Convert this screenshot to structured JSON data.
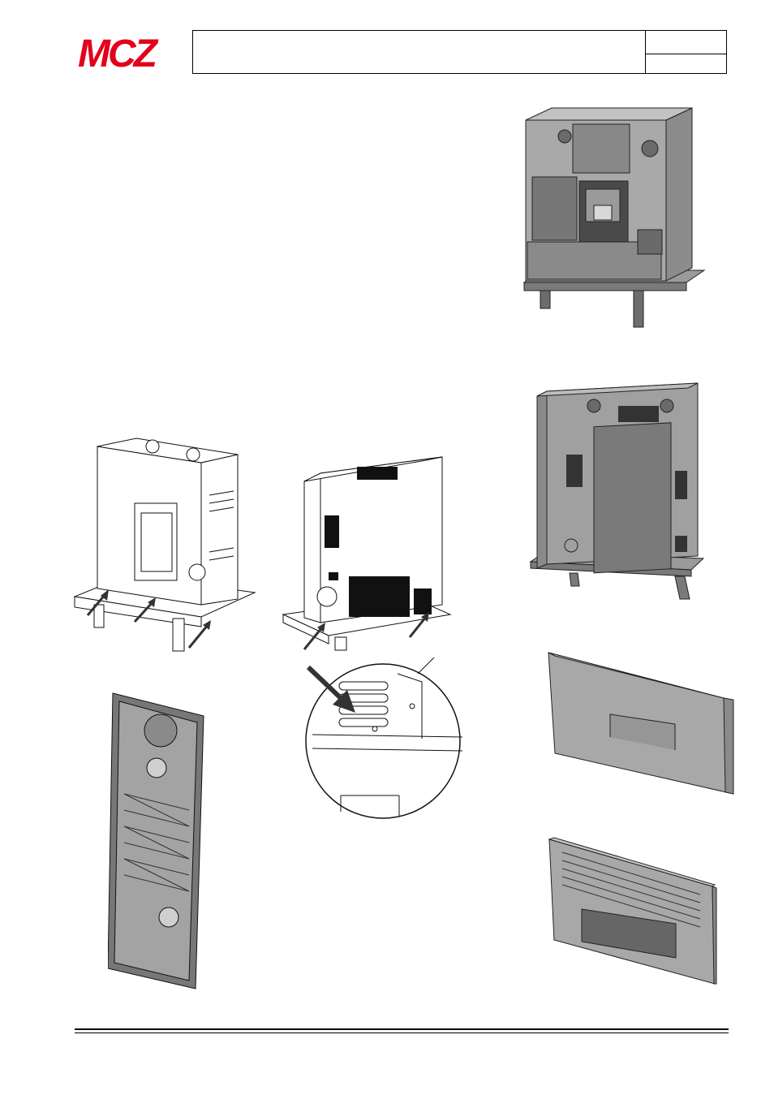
{
  "header": {
    "brand": "MCZ",
    "brand_color": "#e3001b",
    "title_cell": "",
    "page_ref_top": "",
    "page_ref_bottom": ""
  },
  "figures": [
    {
      "id": "stove-front-cabinet",
      "icon": "stove-front-transparent-casing"
    },
    {
      "id": "stove-rear-cabinet",
      "icon": "stove-rear-transparent-casing"
    },
    {
      "id": "stove-front-frame-pallet",
      "icon": "stove-frame-on-pallet-arrows"
    },
    {
      "id": "stove-rear-frame-pallet",
      "icon": "stove-rear-frame-on-pallet-arrows"
    },
    {
      "id": "detail-magnifier",
      "icon": "vent-slot-detail-circle"
    },
    {
      "id": "side-panel-inside",
      "icon": "side-panel-inner-view"
    },
    {
      "id": "top-panel",
      "icon": "top-cover-panel"
    },
    {
      "id": "top-grille-panel",
      "icon": "top-grille-panel"
    }
  ]
}
